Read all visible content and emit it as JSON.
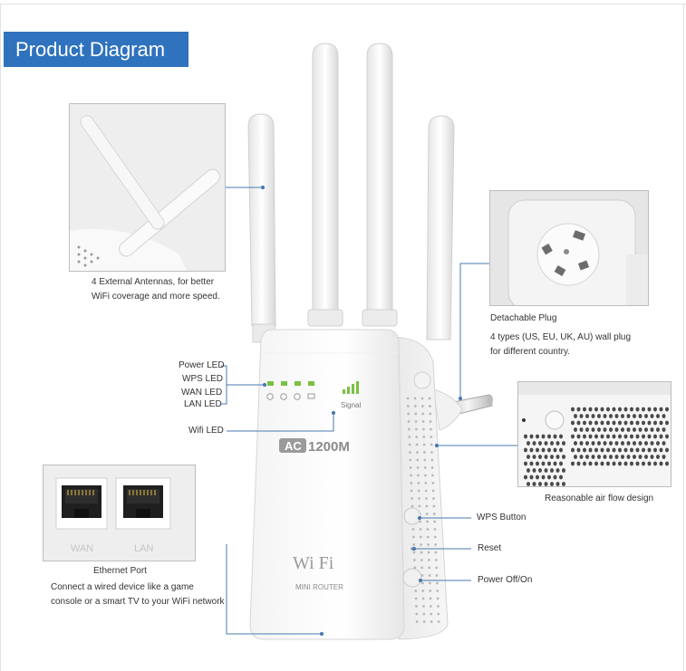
{
  "header": {
    "title": "Product Diagram"
  },
  "callouts": {
    "antennas": {
      "line1": "4 External Antennas, for better",
      "line2": "WiFi coverage and more speed."
    },
    "plug": {
      "title": "Detachable Plug",
      "line1": "4 types (US, EU, UK, AU) wall plug",
      "line2": "for different country."
    },
    "airflow": {
      "text": "Reasonable air flow design"
    },
    "ethernet": {
      "title": "Ethernet Port",
      "line1": "Connect a wired device like a game",
      "line2": "console or a smart TV to your WiFi network"
    }
  },
  "leds": {
    "power": "Power LED",
    "wps": "WPS LED",
    "wan": "WAN LED",
    "lan": "LAN LED",
    "wifi": "Wifi LED"
  },
  "buttons": {
    "wps": "WPS Button",
    "reset": "Reset",
    "power": "Power Off/On"
  },
  "device": {
    "signal_label": "Signal",
    "badge_ac": "AC",
    "badge_speed": "1200M",
    "logo": "Wi  Fi",
    "logo_sub": "MINI ROUTER"
  },
  "ethernet_ports": {
    "wan": "WAN",
    "lan": "LAN"
  },
  "colors": {
    "accent": "#2f72bd",
    "led_green": "#7ac143",
    "line": "#4a7ab0"
  }
}
